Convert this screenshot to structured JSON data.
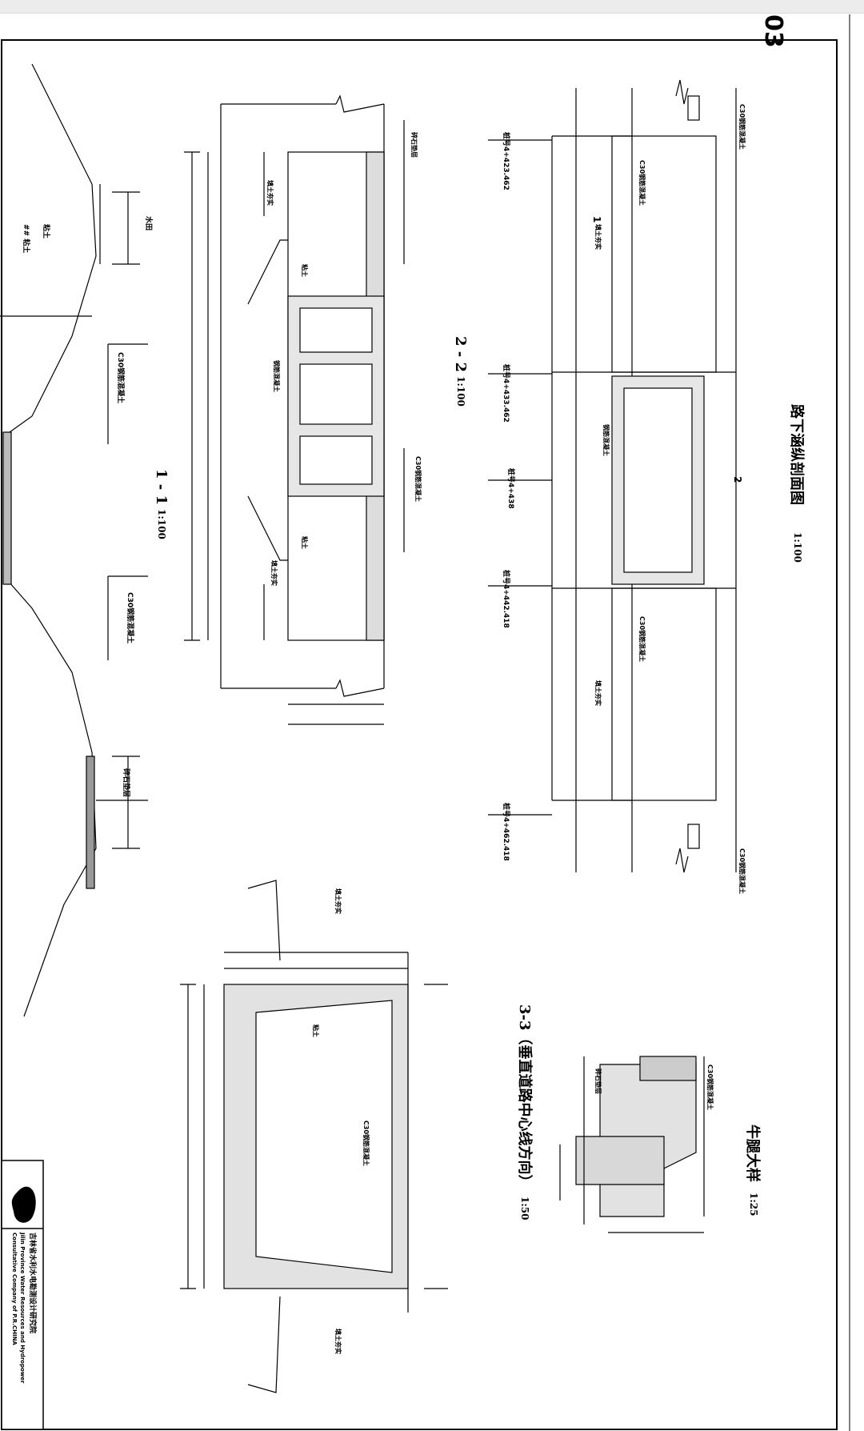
{
  "page_tag": "03",
  "titles": {
    "longitudinal": "路下涵纵剖面图",
    "longitudinal_scale": "1:100",
    "section_11": "1 - 1",
    "section_11_scale": "1:100",
    "section_22": "2 - 2",
    "section_22_scale": "1:100",
    "section_33": "3-3（垂直道路中心线方向）",
    "section_33_scale": "1:50",
    "corbel": "牛腿大样",
    "corbel_scale": "1:25"
  },
  "stations": [
    "桩号4+423.462",
    "桩号4+433.462",
    "桩号4+438",
    "桩号4+442.418",
    "桩号4+462.418"
  ],
  "section_mark_1": "1",
  "section_mark_2": "2",
  "company": {
    "cn": "吉林省水利水电勘测设计研究院",
    "en1": "Jilin Province Water Resources and Hydropower",
    "en2": "Consultative Company of P.R.CHINA"
  },
  "colors": {
    "line": "#000000",
    "bar": "#ececec"
  }
}
